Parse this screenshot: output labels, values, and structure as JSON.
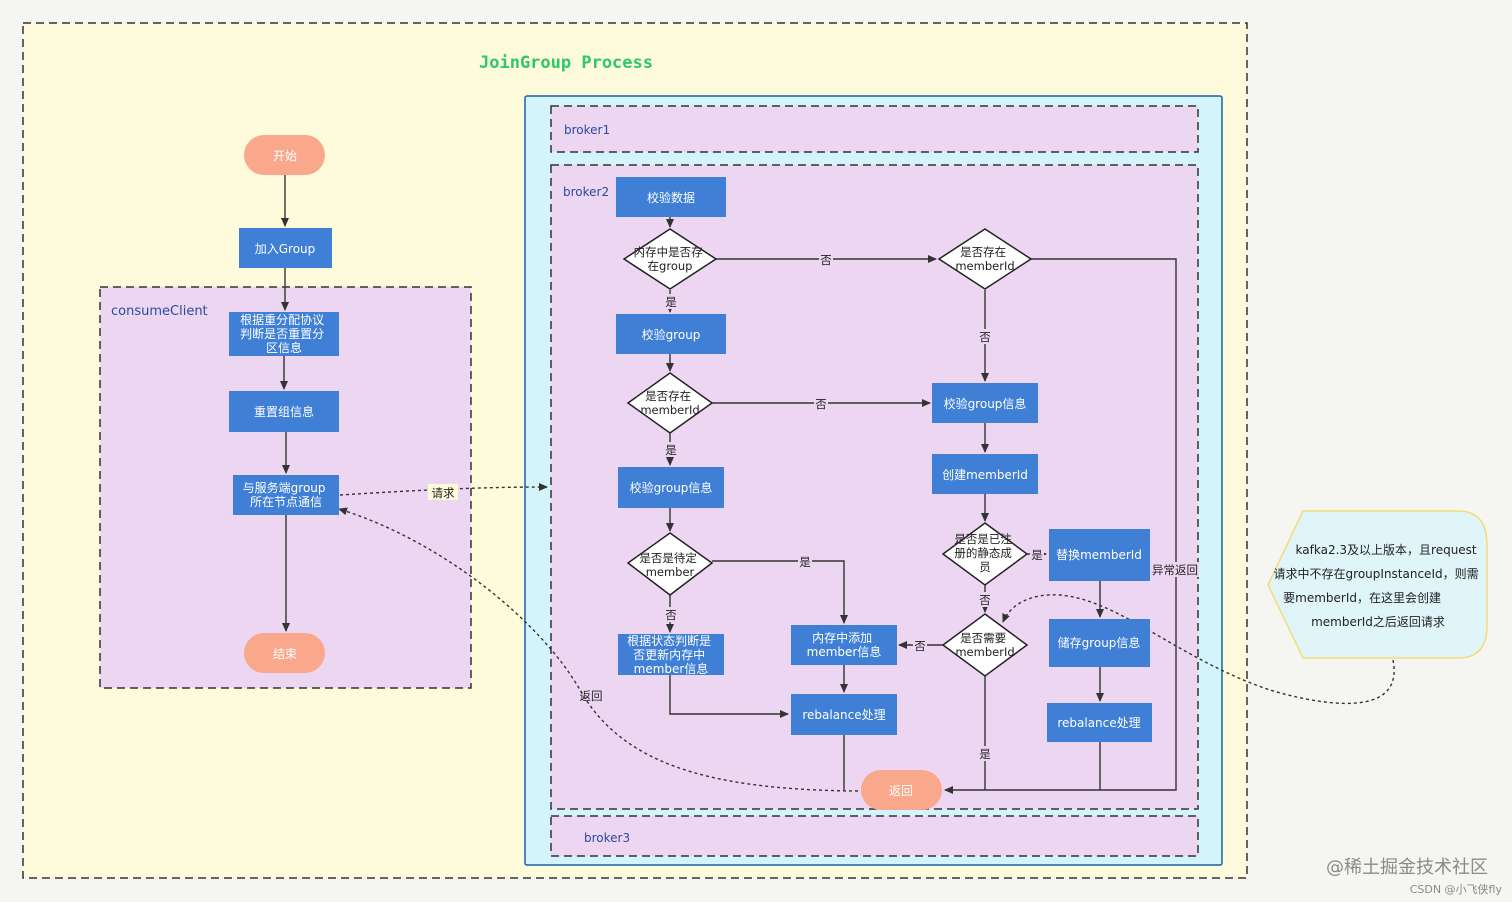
{
  "title": "JoinGroup Process",
  "groups": {
    "consume_client": "consumeClient",
    "broker1": "broker1",
    "broker2": "broker2",
    "broker3": "broker3"
  },
  "client": {
    "start": "开始",
    "join_group": "加入Group",
    "judge_reassign": [
      "根据重分配协议",
      "判断是否重置分",
      "区信息"
    ],
    "reset_group": "重置组信息",
    "communicate": [
      "与服务端group",
      "所在节点通信"
    ],
    "end": "结束"
  },
  "broker": {
    "validate_data": "校验数据",
    "group_in_memory": [
      "内存中是否存",
      "在group"
    ],
    "validate_group": "校验group",
    "member_exists_1": [
      "是否存在",
      "memberId"
    ],
    "validate_group_info_1": "校验group信息",
    "is_pending_member": [
      "是否是待定",
      "member"
    ],
    "update_by_status": [
      "根据状态判断是",
      "否更新内存中",
      "member信息"
    ],
    "add_member_in_memory": [
      "内存中添加",
      "member信息"
    ],
    "rebalance_1": "rebalance处理",
    "member_exists_2": [
      "是否存在",
      "memberId"
    ],
    "validate_group_info_2": "校验group信息",
    "create_member_id": "创建memberId",
    "registered_static": [
      "是否是已注",
      "册的静态成",
      "员"
    ],
    "replace_member_id": "替换memberId",
    "need_member_id": [
      "是否需要",
      "memberId"
    ],
    "store_group_info": "储存group信息",
    "rebalance_2": "rebalance处理",
    "return": "返回"
  },
  "edge_labels": {
    "yes": "是",
    "no": "否",
    "request": "请求",
    "back": "返回",
    "abnormal_return": "异常返回"
  },
  "note": [
    "kafka2.3及以上版本，且request",
    "请求中不存在groupInstanceId，则需",
    "要memberId，在这里会创建",
    "memberId之后返回请求"
  ],
  "watermark": {
    "main": "@稀土掘金技术社区",
    "sub": "CSDN @小飞侠fly"
  },
  "colors": {
    "outer_bg": "#fdfbdc",
    "broker_container_bg": "#d2f4fa",
    "broker_container_border": "#1e5fa8",
    "group_bg": "#ecd6f1",
    "process": "#3f7fd6",
    "terminal": "#f9a88c",
    "note_bg": "#dff5fa",
    "note_border": "#f3dc7a",
    "title": "#2fc76a",
    "group_label": "#2c4a9c"
  }
}
